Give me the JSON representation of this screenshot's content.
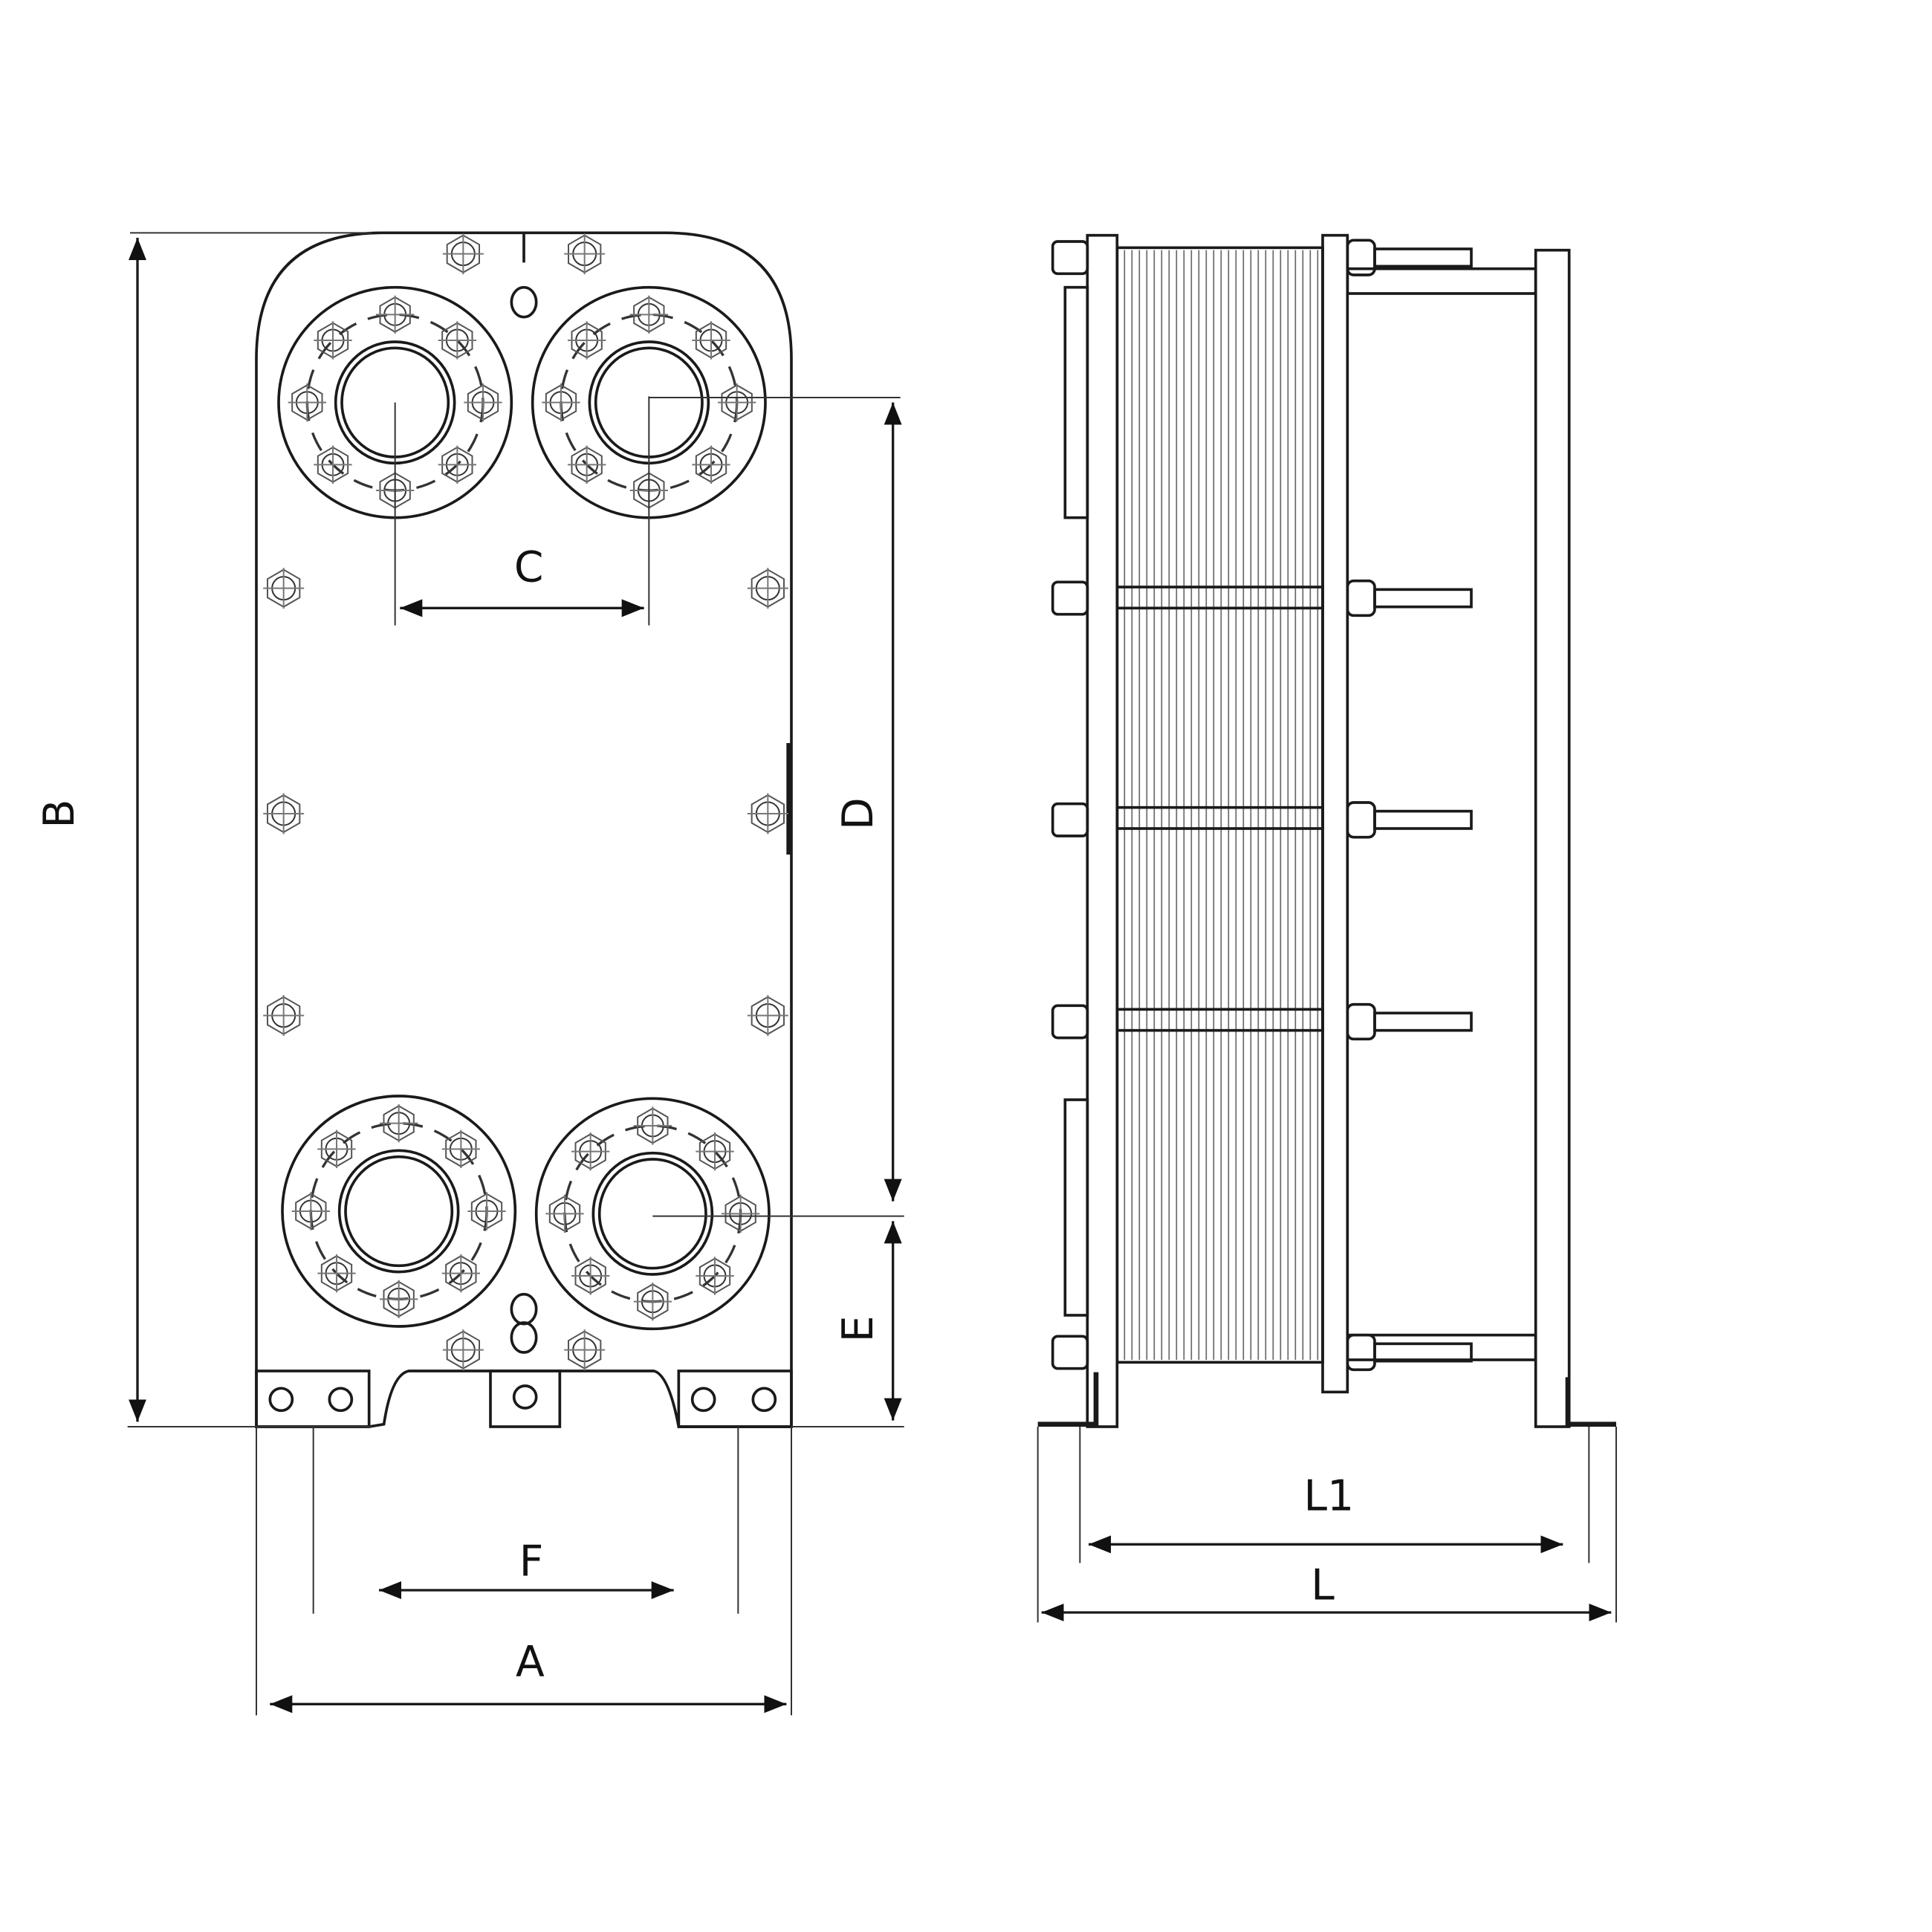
{
  "front_view": {
    "labels": {
      "A": "A",
      "B": "B",
      "C": "C",
      "D": "D",
      "E": "E",
      "F": "F"
    }
  },
  "side_view": {
    "labels": {
      "L1": "L1",
      "L": "L"
    }
  },
  "colors": {
    "line": "#1a1a1a",
    "background": "#ffffff"
  }
}
